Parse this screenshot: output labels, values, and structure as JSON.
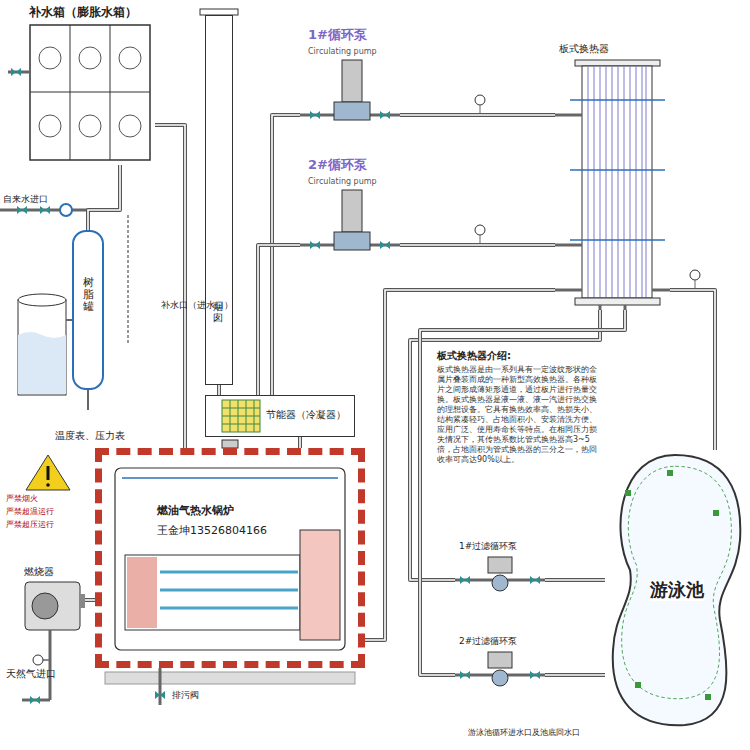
{
  "diagram": {
    "nodes": [
      {
        "text": [
          "补水箱（膨胀水箱）"
        ]
      },
      {
        "text": [
          "1#循环泵",
          "Circulating pump"
        ]
      },
      {
        "text": [
          "2#循环泵",
          "Circulating pump"
        ]
      },
      {
        "text": [
          "板式换热器"
        ]
      },
      {
        "text": [
          "烟囱"
        ]
      },
      {
        "text": [
          "节能器（冷凝器）"
        ]
      },
      {
        "text": [
          "燃油气热水锅炉",
          "王金坤13526804166"
        ]
      },
      {
        "text": [
          "燃烧器"
        ]
      },
      {
        "text": [
          "树脂罐"
        ]
      },
      {
        "text": [
          "游泳池"
        ]
      },
      {
        "text": [
          "1#过滤循环泵"
        ]
      },
      {
        "text": [
          "2#过滤循环泵"
        ]
      }
    ],
    "edges": [
      {
        "from": 8,
        "to": 0,
        "arrow": "none"
      },
      {
        "from": 0,
        "to": 6,
        "arrow": "none"
      },
      {
        "from": 6,
        "to": 5,
        "arrow": "none"
      },
      {
        "from": 5,
        "to": 4,
        "arrow": "none"
      },
      {
        "from": 5,
        "to": 1,
        "arrow": "none"
      },
      {
        "from": 5,
        "to": 2,
        "arrow": "none"
      },
      {
        "from": 1,
        "to": 3,
        "arrow": "none"
      },
      {
        "from": 2,
        "to": 3,
        "arrow": "none"
      },
      {
        "from": 3,
        "to": 6,
        "arrow": "none"
      },
      {
        "from": 3,
        "to": 9,
        "arrow": "none"
      },
      {
        "from": 9,
        "to": 10,
        "arrow": "none"
      },
      {
        "from": 9,
        "to": 11,
        "arrow": "none"
      },
      {
        "from": 10,
        "to": 3,
        "arrow": "none"
      },
      {
        "from": 11,
        "to": 3,
        "arrow": "none"
      },
      {
        "from": 7,
        "to": 6,
        "arrow": "none"
      }
    ],
    "labels": [
      "板式换热器介绍:",
      "板式换热器是由一系列具有一定波纹形状的金属片叠装而成的一种新型高效换热器。各种板片之间形成薄矩形通道，通过板片进行热量交换。板式换热器是液—液、液—汽进行热交换的理想设备。它具有换热效率高、热损失小、结构紧凑轻巧、占地面积小、安装清洗方便、应用广泛、使用寿命长等特点。在相同压力损失情况下，其传热系数比管式换热器高3~5倍，占地面积为管式换热器的三分之一，热回收率可高达90%以上。",
      "温度表、压力表",
      "严禁烟火",
      "严禁超温运行",
      "严禁超压运行",
      "天然气进口",
      "补水口（进水口）",
      "排污阀",
      "游泳池循环进水口及池底回水口",
      "自来水进口"
    ]
  }
}
